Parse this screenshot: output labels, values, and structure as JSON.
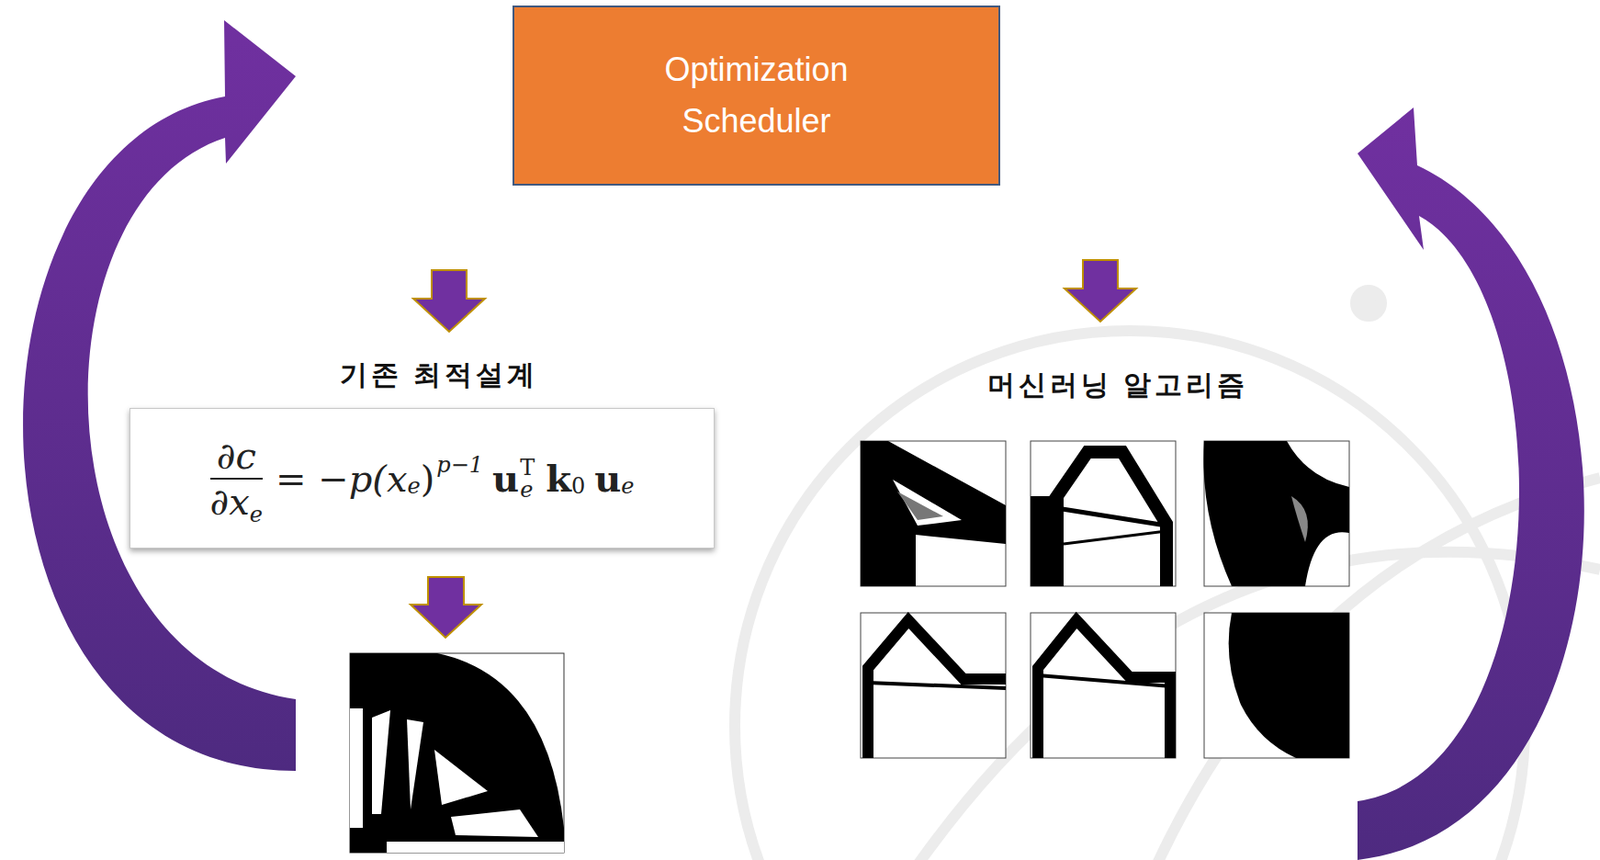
{
  "diagram": {
    "nodes": [
      {
        "text": [
          "Optimization Scheduler"
        ]
      },
      {
        "text": [
          "∂c",
          "∂x",
          "e",
          "= −p(x",
          "e",
          ")",
          "p−1",
          "u",
          "e",
          "T",
          "k",
          "0",
          "u",
          "e"
        ]
      }
    ],
    "labels": [
      "기존 최적설계",
      "머신러닝 알고리즘"
    ]
  }
}
